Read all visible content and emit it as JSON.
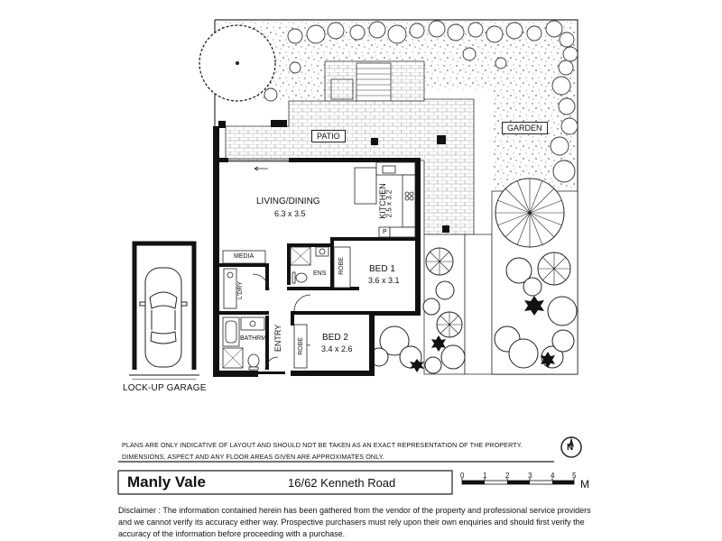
{
  "rooms": {
    "living_name": "LIVING/DINING",
    "living_dims": "6.3 x 3.5",
    "kitchen_name": "KITCHEN",
    "kitchen_dims": "2.5 x 3.2",
    "bed1_name": "BED 1",
    "bed1_dims": "3.6 x 3.1",
    "bed2_name": "BED 2",
    "bed2_dims": "3.4 x 2.6",
    "media": "MEDIA",
    "laundry": "L'DRY",
    "ensuite": "ENS",
    "robe1": "ROBE",
    "robe2": "ROBE",
    "bathroom": "BATHRM",
    "entry": "ENTRY",
    "pantry": "P"
  },
  "outdoor": {
    "patio": "PATIO",
    "garden": "GARDEN",
    "garage": "LOCK-UP GARAGE"
  },
  "notes": {
    "line1": "PLANS ARE ONLY INDICATIVE OF LAYOUT AND SHOULD NOT BE TAKEN AS AN EXACT REPRESENTATION OF THE PROPERTY.",
    "line2": "DIMENSIONS, ASPECT AND ANY FLOOR AREAS GIVEN ARE APPROXIMATES ONLY."
  },
  "title": {
    "suburb": "Manly Vale",
    "address": "16/62 Kenneth Road"
  },
  "scale": {
    "ticks": [
      "0",
      "1",
      "2",
      "3",
      "4",
      "5"
    ],
    "unit": "M"
  },
  "north_label": "N",
  "disclaimer": "Disclaimer : The information contained herein has been gathered from the vendor of the property and professional service providers and we cannot verify its accuracy either way. Prospective purchasers must rely upon their own enquiries and should first verify the accuracy of the information before proceeding with a purchase."
}
